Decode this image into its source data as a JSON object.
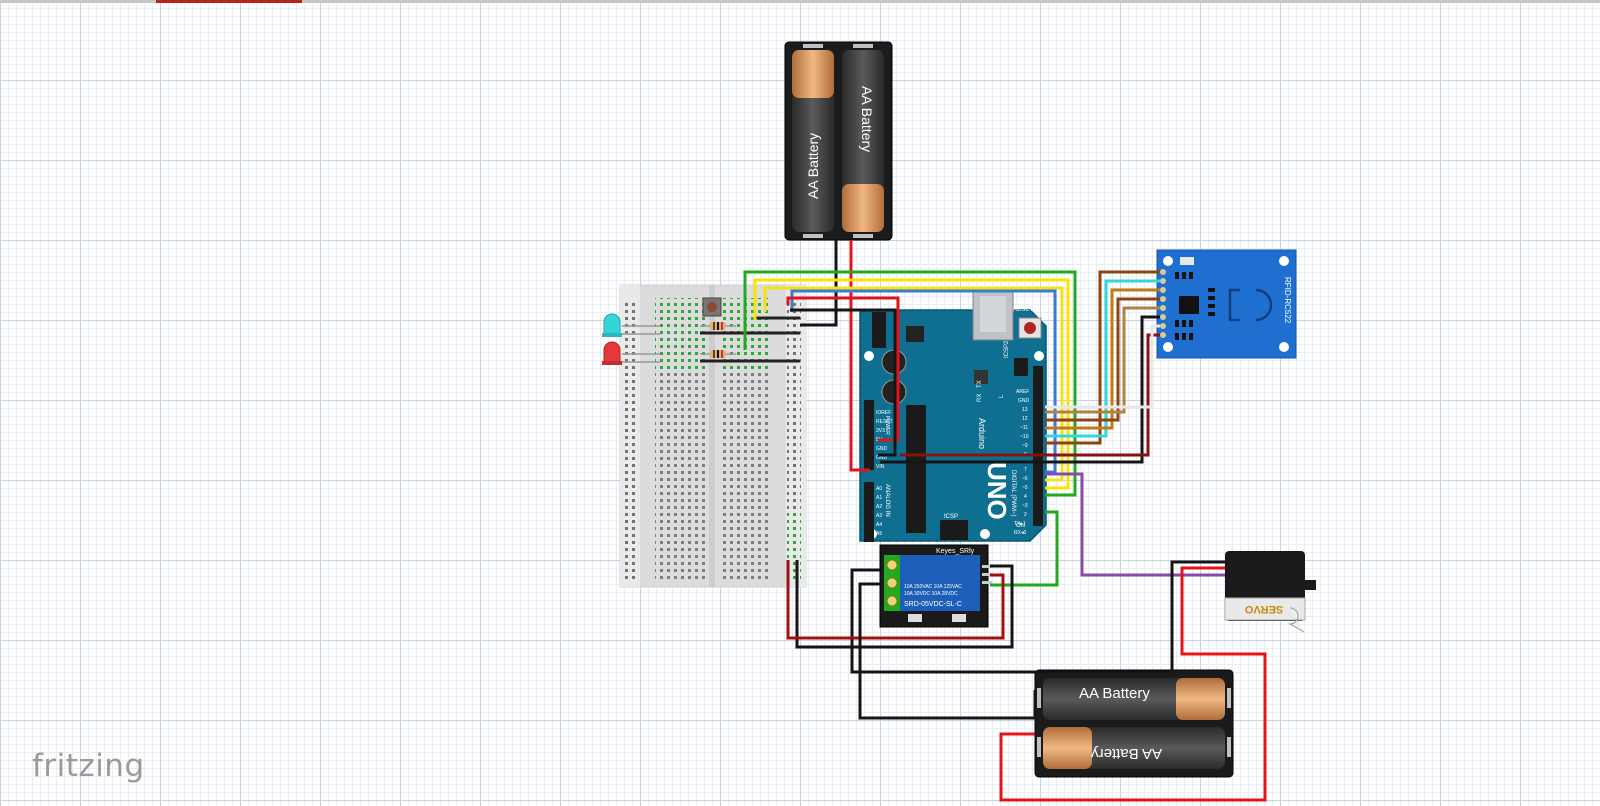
{
  "app": {
    "logo_text": "fritzing"
  },
  "colors": {
    "arduino": "#0f6f91",
    "rfid": "#1f6fd1",
    "relay": "#1d5fb8",
    "wire_red": "#e0141b",
    "wire_black": "#151515",
    "wire_green": "#1faa1f",
    "wire_yellow": "#ffe000",
    "wire_blue": "#3c7ad7",
    "wire_cyan": "#32d7dc",
    "wire_brown": "#8b4513",
    "wire_orange": "#c07a16",
    "wire_purple": "#8b4aa8",
    "led_cyan": "#35d4d8",
    "led_red": "#e5383b"
  },
  "components": {
    "battery_top": {
      "cell_left": "AA Battery",
      "cell_right": "AA Battery"
    },
    "battery_bottom": {
      "cell_top": "AA Battery",
      "cell_bottom": "AA Battery"
    },
    "arduino": {
      "logo": "UNO",
      "brand": "Arduino",
      "reset": "RESET",
      "icsp2": "ICSP2",
      "icsp": "ICSP",
      "on": "ON",
      "digital": "DIGITAL (PWM~)",
      "analog": "ANALOG IN",
      "tx": "TX",
      "rx": "RX",
      "l": "L",
      "aref": "AREF",
      "gnd": "GND",
      "pin13": "13",
      "pin12": "12",
      "pin11": "~11",
      "pin10": "~10",
      "pin9": "~9",
      "pin8": "8",
      "pin7": "7",
      "pin6": "~6",
      "pin5": "~5",
      "pin4": "4",
      "pin3": "~3",
      "pin2": "2",
      "txpin": "TX▸1",
      "rxpin": "RX◂0",
      "ioref": "IOREF",
      "reset_pin": "RESET",
      "v33": "3V3",
      "v5": "5V",
      "gnd1": "GND",
      "gnd2": "GND",
      "vin": "VIN",
      "a0": "A0",
      "a1": "A1",
      "a2": "A2",
      "a3": "A3",
      "a4": "A4",
      "a5": "A5",
      "power": "POWER"
    },
    "rfid": {
      "label": "RFID-RC522"
    },
    "relay": {
      "brand": "Keyes_SRly",
      "line1": "10A 250VAC  10A 125VAC",
      "line2": "10A  30VDC  10A  28VDC",
      "model": "SRD-05VDC-SL-C"
    },
    "servo": {
      "label": "SERVO"
    }
  }
}
